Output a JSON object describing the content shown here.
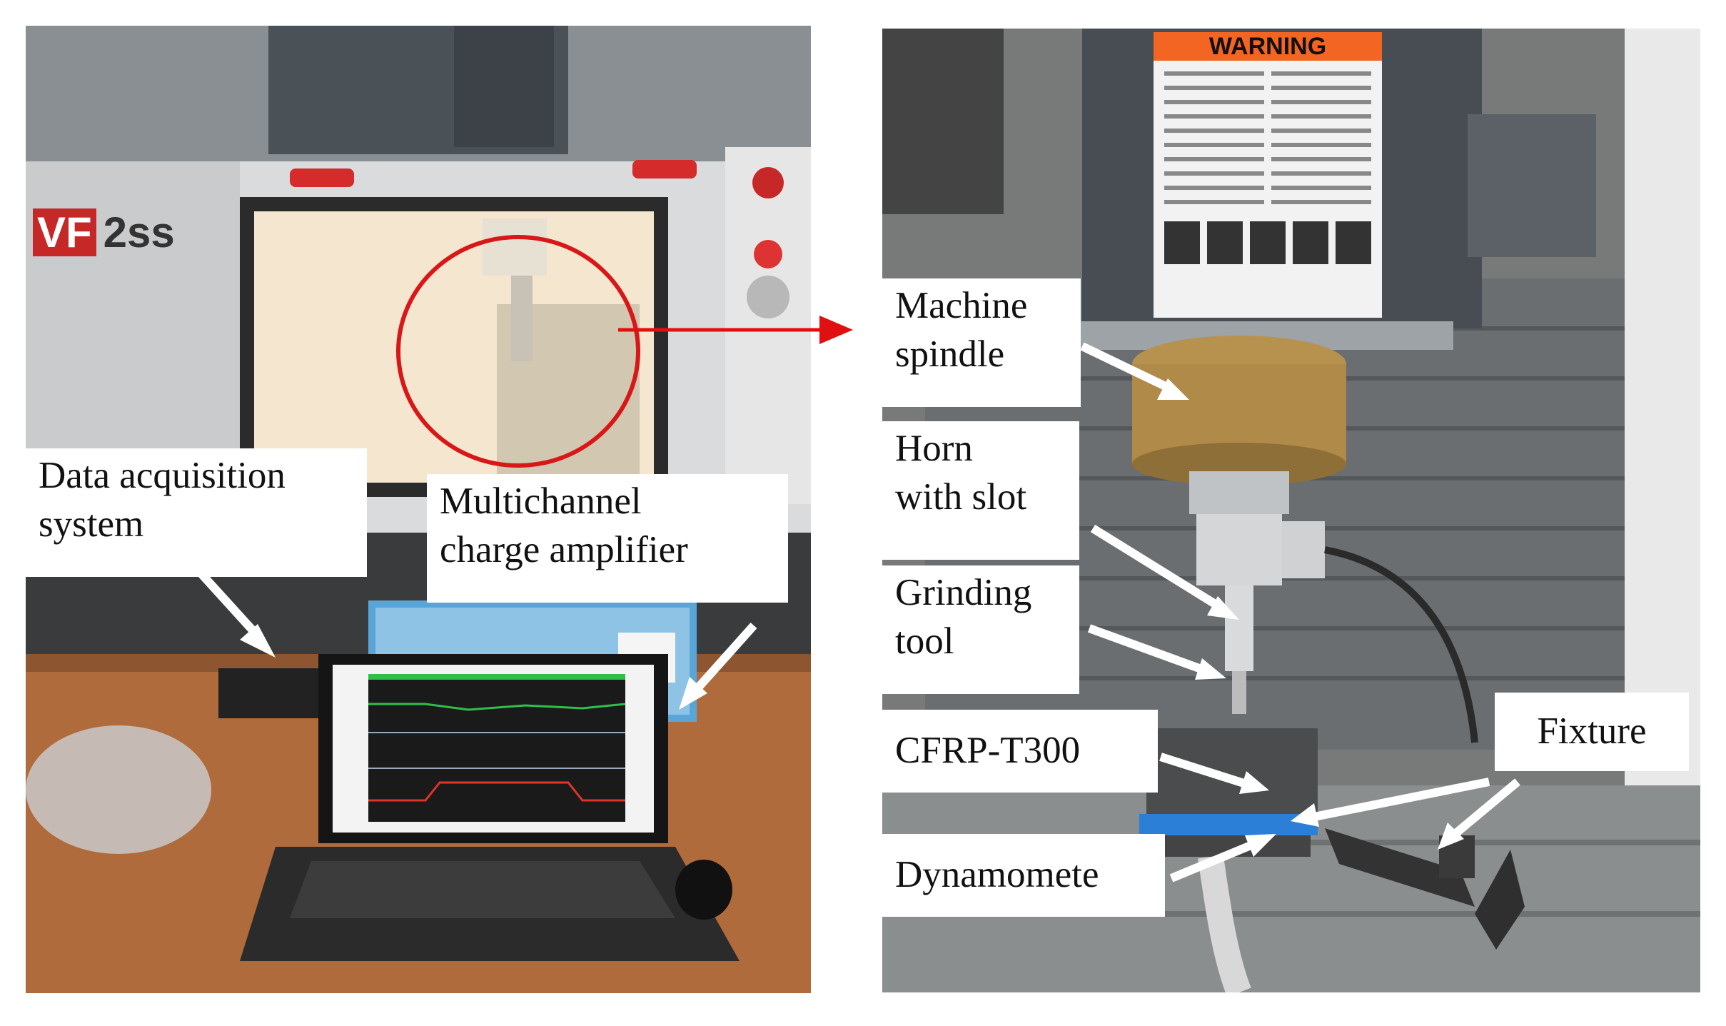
{
  "left_panel": {
    "machine_badge": "VF",
    "machine_model": "2ss",
    "label_daq": "Data acquisition\nsystem",
    "label_amp": "Multichannel\ncharge amplifier"
  },
  "right_panel": {
    "warning_title": "WARNING",
    "label_spindle": "Machine\nspindle",
    "label_horn": "Horn\nwith slot",
    "label_grinding": "Grinding\ntool",
    "label_cfrp": "CFRP-T300",
    "label_dyno": "Dynamomete",
    "label_fixture": "Fixture"
  },
  "colors": {
    "arrow_red": "#e01010",
    "circle_red": "#d81818",
    "warning_orange": "#f26522",
    "dyno_blue": "#2c7fd6",
    "screen_green": "#2fbf4a",
    "screen_red": "#e0342a"
  }
}
